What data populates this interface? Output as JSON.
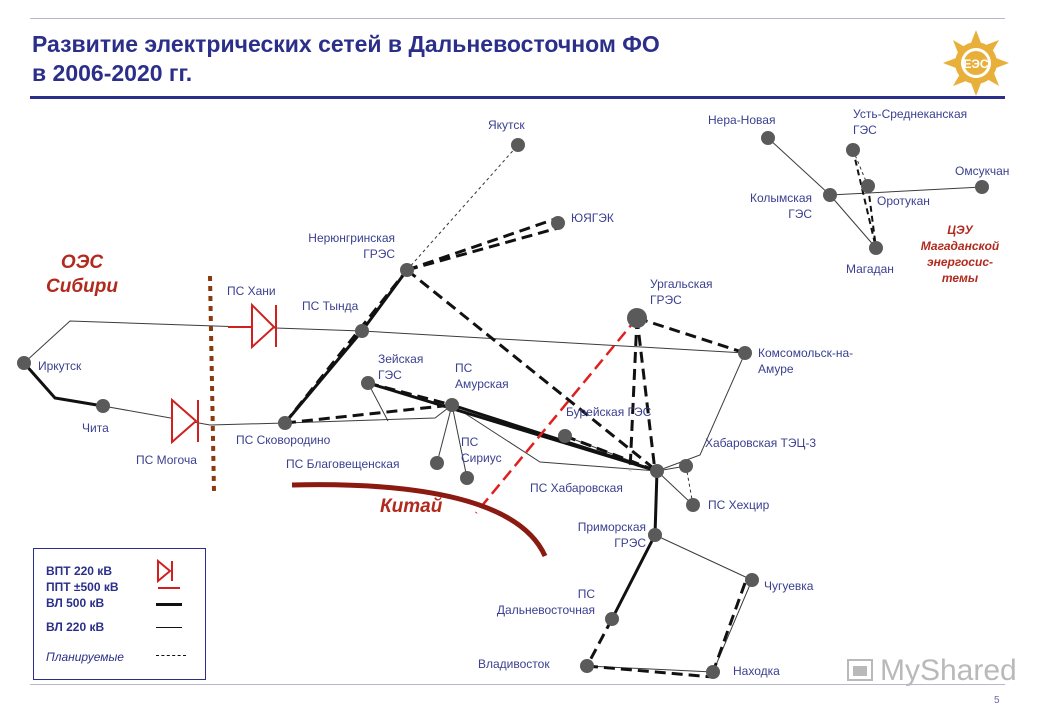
{
  "title_line1": "Развитие электрических сетей в Дальневосточном ФО",
  "title_line2": "в 2006-2020 гг.",
  "page_number": "5",
  "logo_text": "ЕЭС",
  "watermark": "MyShared",
  "regions": {
    "oes_siberia": [
      "ОЭС",
      "Сибири"
    ],
    "china": "Китай",
    "ceu_magadan": [
      "ЦЭУ",
      "Магаданской",
      "энергосис-",
      "темы"
    ]
  },
  "nodes": {
    "yakutsk": "Якутск",
    "yuyagek": "ЮЯГЭК",
    "neryungri": [
      "Нерюнгринская",
      "ГРЭС"
    ],
    "tynda": "ПС Тында",
    "khani": "ПС Хани",
    "irkutsk": "Иркутск",
    "chita": "Чита",
    "mogocha": "ПС Могоча",
    "skovorodino": "ПС Сковородино",
    "zeya": [
      "Зейская",
      "ГЭС"
    ],
    "amurskaya": [
      "ПС",
      "Амурская"
    ],
    "blagoveshchensk": "ПС Благовещенская",
    "sirius": [
      "ПС",
      "Сириус"
    ],
    "urgal": [
      "Ургальская",
      "ГРЭС"
    ],
    "bureya": "Бурейская ГЭС",
    "komsomolsk": [
      "Комсомольск-на-",
      "Амуре"
    ],
    "khabarovsk_tec": "Хабаровская ТЭЦ-3",
    "khabarovsk_ps": "ПС Хабаровская",
    "khekhtsir": "ПС Хехцир",
    "primorskaya": [
      "Приморская",
      "ГРЭС"
    ],
    "dalnevostochnaya": [
      "ПС",
      "Дальневосточная"
    ],
    "chuguevka": "Чугуевка",
    "vladivostok": "Владивосток",
    "nakhodka": "Находка",
    "nera": "Нера-Новая",
    "ust_sredne": [
      "Усть-Среднеканская",
      "ГЭС"
    ],
    "omsukchan": "Омсукчан",
    "kolyma": [
      "Колымская",
      "ГЭС"
    ],
    "orotukan": "Оротукан",
    "magadan": "Магадан"
  },
  "legend": {
    "vpt": "ВПТ 220 кВ",
    "ppt": "ППТ ±500 кВ",
    "vl500": "ВЛ 500 кВ",
    "vl220": "ВЛ 220 кВ",
    "planned": "Планируемые"
  },
  "colors": {
    "title": "#2b2f8a",
    "node": "#5a5a5a",
    "region_label": "#b22a1e",
    "border": "#8b3a10",
    "dc_line": "#e02020"
  }
}
